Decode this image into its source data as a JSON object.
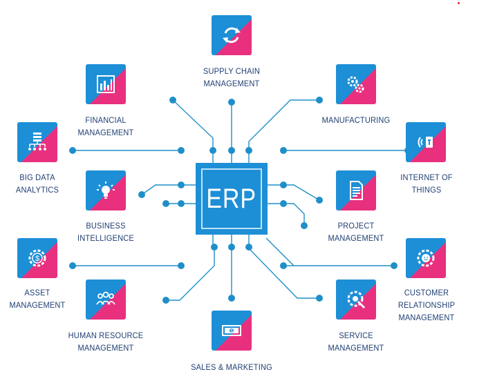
{
  "center": {
    "label": "ERP"
  },
  "modules": [
    {
      "id": "supply-chain",
      "lines": [
        "SUPPLY CHAIN",
        "MANAGEMENT"
      ],
      "icon": "sync-arrows-icon"
    },
    {
      "id": "financial",
      "lines": [
        "FINANCIAL",
        "MANAGEMENT"
      ],
      "icon": "bar-chart-icon"
    },
    {
      "id": "manufacturing",
      "lines": [
        "MANUFACTURING"
      ],
      "icon": "gears-icon"
    },
    {
      "id": "big-data",
      "lines": [
        "BIG DATA",
        "ANALYTICS"
      ],
      "icon": "data-hierarchy-icon"
    },
    {
      "id": "iot",
      "lines": [
        "INTERNET OF",
        "THINGS"
      ],
      "icon": "wireless-device-icon"
    },
    {
      "id": "business-intelligence",
      "lines": [
        "BUSINESS",
        "INTELLIGENCE"
      ],
      "icon": "lightbulb-icon"
    },
    {
      "id": "project",
      "lines": [
        "PROJECT",
        "MANAGEMENT"
      ],
      "icon": "document-icon"
    },
    {
      "id": "asset",
      "lines": [
        "ASSET",
        "MANAGEMENT"
      ],
      "icon": "dollar-gear-icon"
    },
    {
      "id": "crm",
      "lines": [
        "CUSTOMER",
        "RELATIONSHIP",
        "MANAGEMENT"
      ],
      "icon": "smiley-gear-icon"
    },
    {
      "id": "hr",
      "lines": [
        "HUMAN RESOURCE",
        "MANAGEMENT"
      ],
      "icon": "people-group-icon"
    },
    {
      "id": "service",
      "lines": [
        "SERVICE",
        "MANAGEMENT"
      ],
      "icon": "wrench-gear-icon"
    },
    {
      "id": "sales",
      "lines": [
        "SALES & MARKETING"
      ],
      "icon": "banknote-icon"
    }
  ],
  "colors": {
    "blue": "#1d8fd6",
    "pink": "#e8307f",
    "navy": "#1f3f73",
    "wire": "#1f8fc9"
  }
}
